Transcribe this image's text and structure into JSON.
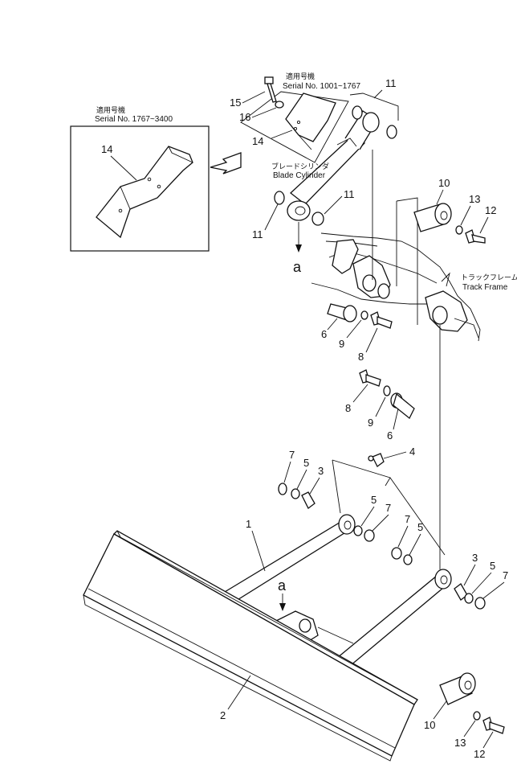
{
  "serial_note_main": {
    "jp": "適用号機",
    "serial": "Serial  No.  1001~1767"
  },
  "serial_note_inset": {
    "jp": "適用号機",
    "serial": "Serial  No.  1767~3400"
  },
  "labels": {
    "blade_cylinder_jp": "ブレードシリンダ",
    "blade_cylinder": "Blade  Cylinder",
    "track_frame_jp": "トラックフレーム",
    "track_frame": "Track  Frame",
    "ref_a_top": "a",
    "ref_a_bottom": "a"
  },
  "callouts": {
    "c1": "1",
    "c2": "2",
    "c3a": "3",
    "c3b": "3",
    "c4": "4",
    "c5a": "5",
    "c5b": "5",
    "c5c": "5",
    "c5d": "5",
    "c6a": "6",
    "c6b": "6",
    "c7a": "7",
    "c7b": "7",
    "c7c": "7",
    "c7d": "7",
    "c8a": "8",
    "c8b": "8",
    "c9a": "9",
    "c9b": "9",
    "c10a": "10",
    "c10b": "10",
    "c11a": "11",
    "c11b": "11",
    "c11c": "11",
    "c12a": "12",
    "c12b": "12",
    "c13a": "13",
    "c13b": "13",
    "c14a": "14",
    "c14b": "14",
    "c15": "15",
    "c16": "16"
  }
}
